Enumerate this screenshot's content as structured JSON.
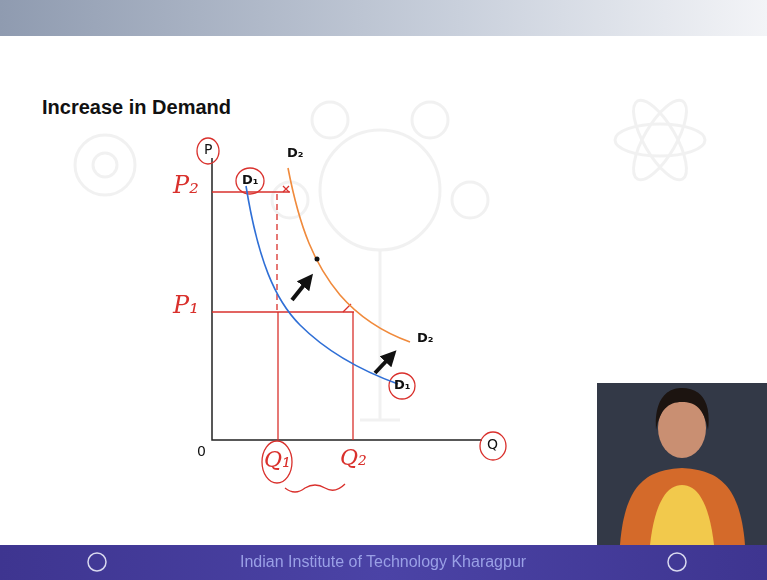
{
  "diagram": {
    "title": "Increase in Demand",
    "labels": [
      "P",
      "D₁",
      "D₂",
      "P₂",
      "P₁",
      "D₂",
      "D₁",
      "0",
      "Q₁",
      "Q₂",
      "Q",
      "Indian Institute of Technology Kharagpur"
    ]
  }
}
